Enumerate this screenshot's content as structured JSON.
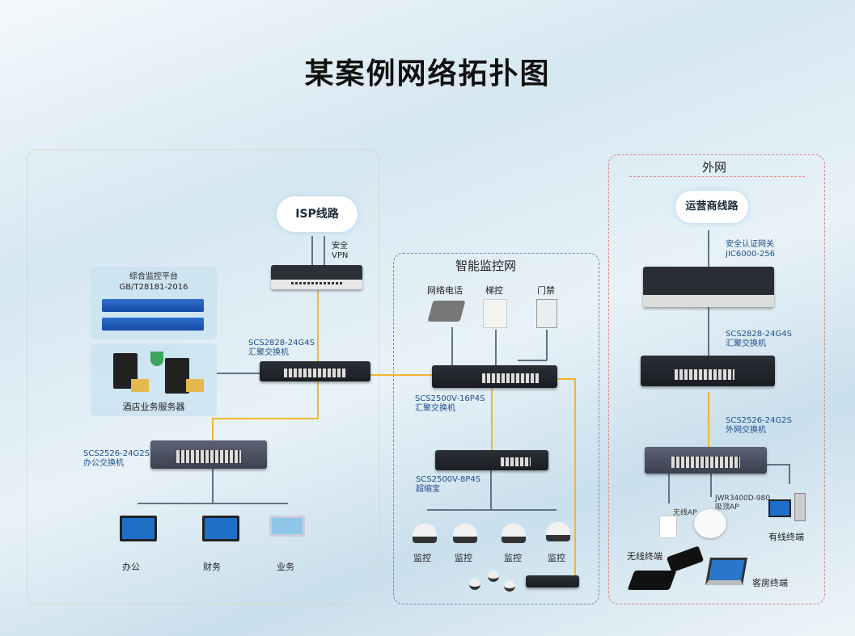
{
  "title": "某案例网络拓扑图",
  "left": {
    "isp": "ISP线路",
    "vpn": [
      "安全",
      "VPN"
    ],
    "platform": [
      "综合监控平台",
      "GB/T28181-2016"
    ],
    "servers": "酒店业务服务器",
    "core_switch": {
      "model": "SCS2828-24G4S",
      "role": "汇聚交换机"
    },
    "office_switch": {
      "model": "SCS2526-24G2S",
      "role": "办公交换机"
    },
    "terminals": [
      "办公",
      "财务",
      "业务"
    ]
  },
  "middle": {
    "header": "智能监控网",
    "devices": [
      "网络电话",
      "梯控",
      "门禁"
    ],
    "agg_switch": {
      "model": "SCS2500V-16P4S",
      "role": "汇聚交换机"
    },
    "poe_switch": {
      "model": "SCS2500V-8P4S",
      "role": "超缩宝"
    },
    "cameras": [
      "监控",
      "监控",
      "监控",
      "监控"
    ]
  },
  "right": {
    "header": "外网",
    "isp": "运营商线路",
    "gateway": {
      "role": "安全认证网关",
      "model": "JIC6000-256"
    },
    "agg_switch": {
      "model": "SCS2828-24G4S",
      "role": "汇聚交换机"
    },
    "ext_switch": {
      "model": "SCS2526-24G2S",
      "role": "外网交换机"
    },
    "wireless_ap": "无线AP",
    "ceiling_ap": {
      "model": "JWR3400D-980",
      "role": "吸顶AP"
    },
    "wired": "有线终端",
    "wireless": "无线终端",
    "guest": "客房终端"
  }
}
